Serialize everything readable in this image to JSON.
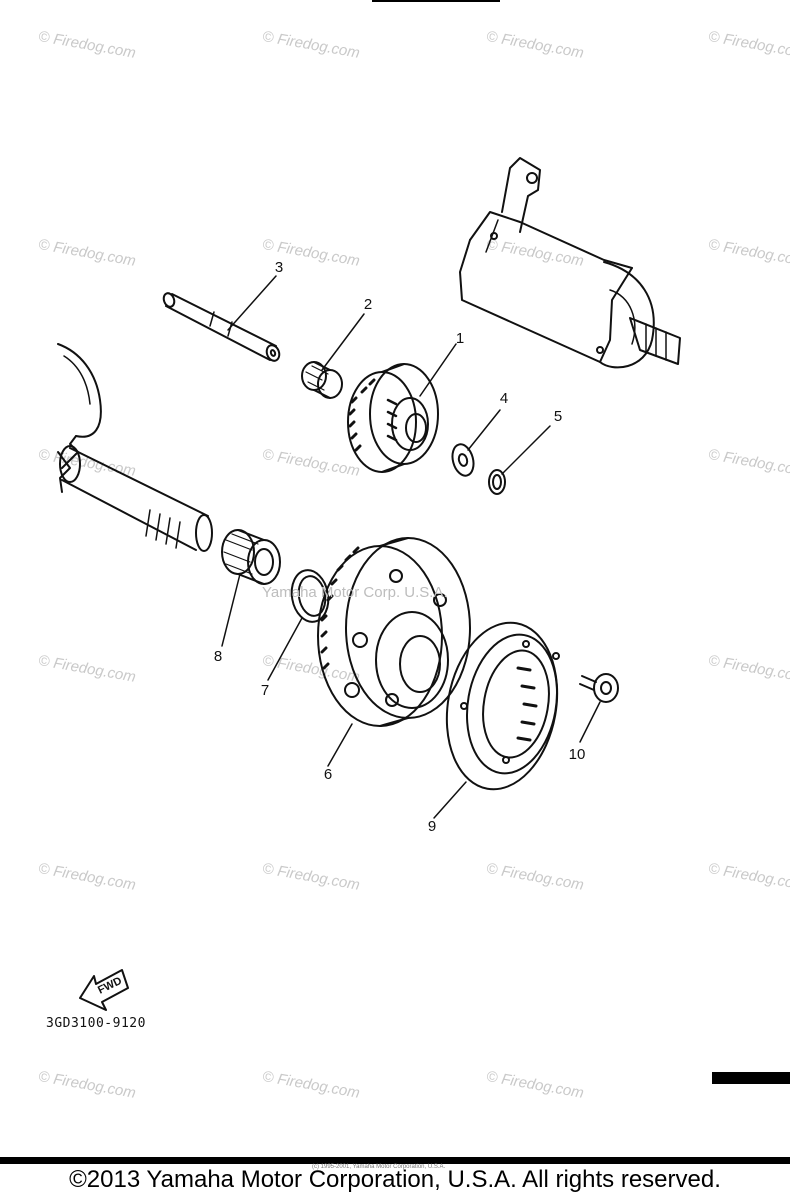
{
  "watermark": "© Firedog.com",
  "center_watermark": "Yamaha Motor Corp. U.S.A.",
  "small_print": "(c) 1995-2001, Yamaha Motor Corporation, U.S.A.",
  "fwd_label": "FWD",
  "part_code": "3GD3100-9120",
  "copyright": "©2013 Yamaha Motor Corporation, U.S.A. All rights reserved.",
  "callouts": [
    {
      "id": "1",
      "label": "1"
    },
    {
      "id": "2",
      "label": "2"
    },
    {
      "id": "3",
      "label": "3"
    },
    {
      "id": "4",
      "label": "4"
    },
    {
      "id": "5",
      "label": "5"
    },
    {
      "id": "6",
      "label": "6"
    },
    {
      "id": "7",
      "label": "7"
    },
    {
      "id": "8",
      "label": "8"
    },
    {
      "id": "9",
      "label": "9"
    },
    {
      "id": "10",
      "label": "10"
    }
  ],
  "colors": {
    "line": "#111111",
    "watermark": "#c9c9c9"
  }
}
